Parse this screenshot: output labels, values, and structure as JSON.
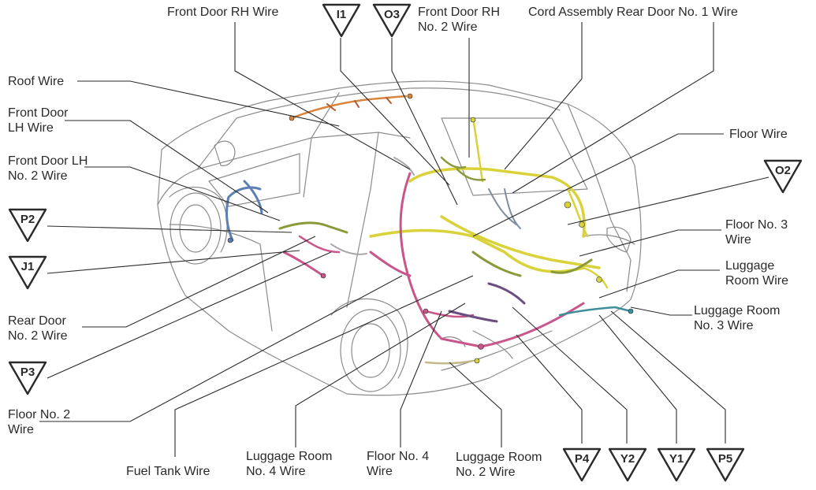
{
  "labels": {
    "front_door_rh_wire": "Front Door RH Wire",
    "front_door_rh_no2_line1": "Front Door RH",
    "front_door_rh_no2_line2": "No. 2 Wire",
    "cord_assembly_rear_door_no1": "Cord Assembly Rear Door No. 1 Wire",
    "roof_wire": "Roof Wire",
    "front_door_lh_line1": "Front Door",
    "front_door_lh_line2": "LH Wire",
    "front_door_lh_no2_line1": "Front Door LH",
    "front_door_lh_no2_line2": "No. 2 Wire",
    "floor_wire": "Floor Wire",
    "floor_no3_line1": "Floor No. 3",
    "floor_no3_line2": "Wire",
    "luggage_room_line1": "Luggage",
    "luggage_room_line2": "Room Wire",
    "luggage_room_no3_line1": "Luggage Room",
    "luggage_room_no3_line2": "No. 3 Wire",
    "rear_door_no2_line1": "Rear Door",
    "rear_door_no2_line2": "No. 2 Wire",
    "floor_no2_line1": "Floor No. 2",
    "floor_no2_line2": "Wire",
    "fuel_tank_wire": "Fuel Tank Wire",
    "luggage_room_no4_line1": "Luggage Room",
    "luggage_room_no4_line2": "No. 4 Wire",
    "floor_no4_line1": "Floor No. 4",
    "floor_no4_line2": "Wire",
    "luggage_room_no2_line1": "Luggage Room",
    "luggage_room_no2_line2": "No. 2 Wire"
  },
  "connectors": {
    "i1": "I1",
    "o3": "O3",
    "o2": "O2",
    "p2": "P2",
    "j1": "J1",
    "p3": "P3",
    "p4": "P4",
    "y2": "Y2",
    "y1": "Y1",
    "p5": "P5"
  },
  "colors": {
    "line": "#2a2a2a",
    "car_outline": "#8c8c8c",
    "wire_yellow": "#d9d23a",
    "wire_pink": "#c9568a",
    "wire_olive": "#8a9a3a",
    "wire_blue": "#5d7fb3",
    "wire_purple": "#6a4f7e",
    "wire_teal": "#3f8f9a",
    "wire_orange": "#d9843a"
  }
}
